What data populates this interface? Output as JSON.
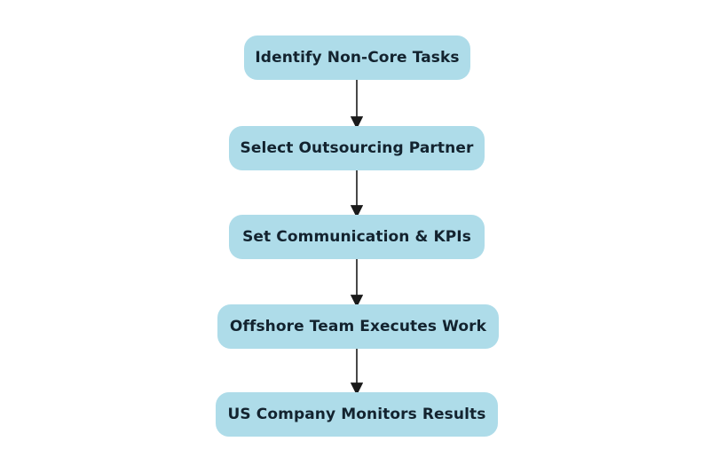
{
  "diagram": {
    "type": "flowchart",
    "orientation": "vertical-top-to-bottom",
    "title": "",
    "background_color": "#ffffff",
    "node_fill_color": "#aedce9",
    "node_text_color": "#13232f",
    "connector_color": "#1a1a1a",
    "nodes": [
      {
        "id": "identify-non-core-tasks",
        "label": "Identify Non-Core Tasks",
        "shape": "rounded-rectangle",
        "order": 1
      },
      {
        "id": "select-outsourcing-partner",
        "label": "Select Outsourcing Partner",
        "shape": "rounded-rectangle",
        "order": 2
      },
      {
        "id": "set-communication-kpis",
        "label": "Set Communication & KPIs",
        "shape": "rounded-rectangle",
        "order": 3
      },
      {
        "id": "offshore-team-executes",
        "label": "Offshore Team Executes Work",
        "shape": "rounded-rectangle",
        "order": 4
      },
      {
        "id": "us-company-monitors",
        "label": "US Company Monitors Results",
        "shape": "rounded-rectangle",
        "order": 5
      }
    ],
    "edges": [
      {
        "id": "edge-1",
        "from": "identify-non-core-tasks",
        "to": "select-outsourcing-partner",
        "label": "",
        "arrow": "filled-triangle"
      },
      {
        "id": "edge-2",
        "from": "select-outsourcing-partner",
        "to": "set-communication-kpis",
        "label": "",
        "arrow": "filled-triangle"
      },
      {
        "id": "edge-3",
        "from": "set-communication-kpis",
        "to": "offshore-team-executes",
        "label": "",
        "arrow": "filled-triangle"
      },
      {
        "id": "edge-4",
        "from": "offshore-team-executes",
        "to": "us-company-monitors",
        "label": "",
        "arrow": "filled-triangle"
      }
    ]
  }
}
